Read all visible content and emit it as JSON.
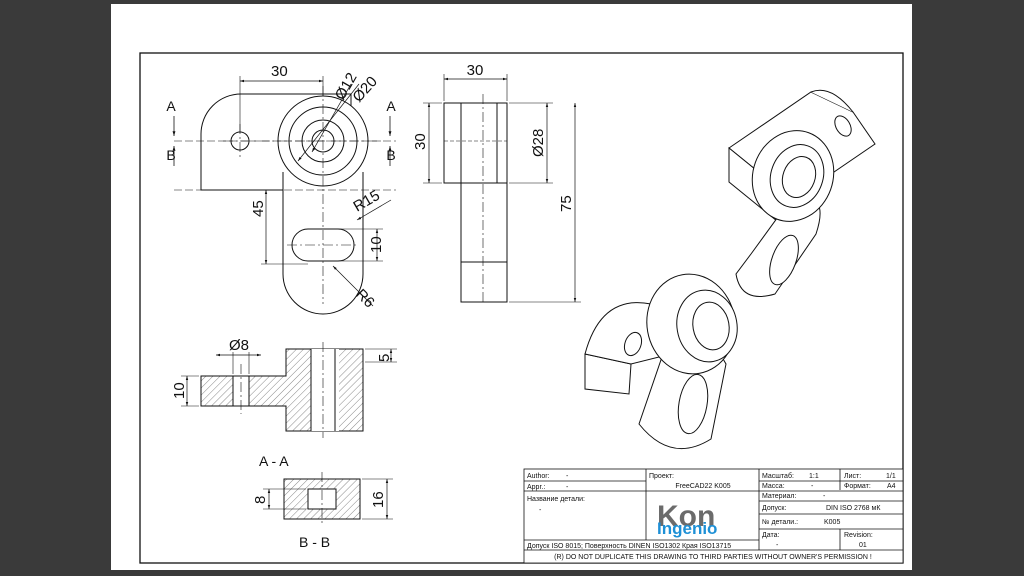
{
  "dimensions": {
    "top_width": "30",
    "dia_12": "Ø12",
    "dia_20": "Ø20",
    "height_45": "45",
    "radius_15": "R15",
    "slot_10": "10",
    "radius_6": "R6",
    "side_width": "30",
    "side_height": "30",
    "dia_28": "Ø28",
    "height_75": "75",
    "dia_8": "Ø8",
    "height_5": "5",
    "height_10": "10",
    "bb_8": "8",
    "bb_16": "16"
  },
  "section_markers": {
    "a": "A",
    "b": "B"
  },
  "section_labels": {
    "aa": "A - A",
    "bb": "B - B"
  },
  "title_block": {
    "author_label": "Author:",
    "author_value": "-",
    "appr_label": "Appr.:",
    "appr_value": "-",
    "project_label": "Проект:",
    "project_value": "FreeCAD22 K005",
    "scale_label": "Масштаб:",
    "scale_value": "1:1",
    "sheet_label": "Лист:",
    "sheet_value": "1/1",
    "mass_label": "Масса:",
    "mass_value": "-",
    "format_label": "Формат:",
    "format_value": "A4",
    "part_name_label": "Название детали:",
    "part_name_value": "-",
    "material_label": "Материал:",
    "material_value": "-",
    "tolerance_label": "Допуск:",
    "tolerance_value": "DIN ISO 2768 мК",
    "part_no_label": "№ детали.:",
    "part_no_value": "K005",
    "date_label": "Дата:",
    "date_value": "-",
    "revision_label": "Revision:",
    "revision_value": "01",
    "logo_top": "Kon",
    "logo_bottom": "Ingenio",
    "standards": "Допуск ISO 8015; Поверхность DINEN ISO1302 Края ISO13715",
    "copyright": "(R) DO NOT DUPLICATE THIS DRAWING TO THIRD PARTIES WITHOUT OWNER'S PERMISSION !"
  },
  "colors": {
    "logo_top": "#6b6b6b",
    "logo_bottom": "#1e90d6",
    "section_hatch": "#555555"
  }
}
